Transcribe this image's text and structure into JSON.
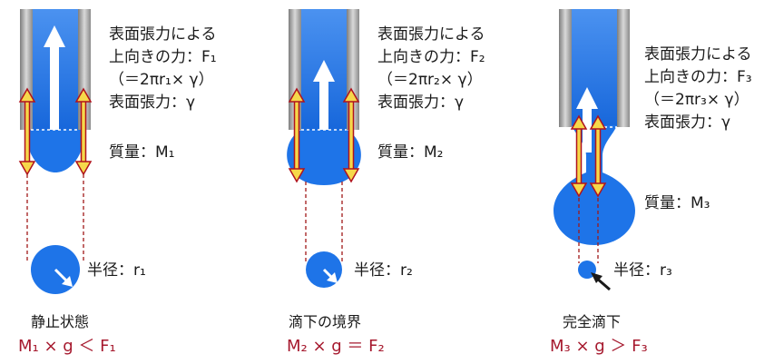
{
  "panels": [
    {
      "id": "static",
      "force_line1": "表面張力による",
      "force_line2": "上向きの力：F₁",
      "force_line3": "（＝2πr₁× γ）",
      "tension": "表面張力：γ",
      "mass": "質量：M₁",
      "radius": "半径：r₁",
      "state": "静止状態",
      "equation": "M₁ × g ＜ F₁"
    },
    {
      "id": "boundary",
      "force_line1": "表面張力による",
      "force_line2": "上向きの力：F₂",
      "force_line3": "（＝2πr₂× γ）",
      "tension": "表面張力：γ",
      "mass": "質量：M₂",
      "radius": "半径：r₂",
      "state": "滴下の境界",
      "equation": "M₂ × g ＝ F₂"
    },
    {
      "id": "drop",
      "force_line1": "表面張力による",
      "force_line2": "上向きの力：F₃",
      "force_line3": "（＝2πr₃× γ）",
      "tension": "表面張力：γ",
      "mass": "質量：M₃",
      "radius": "半径：r₃",
      "state": "完全滴下",
      "equation": "M₃ × g ＞ F₃"
    }
  ],
  "colors": {
    "liquid": "#1e74e8",
    "tube_wall": "#9a9a9a",
    "force_arrow_fill": "#f6d84a",
    "force_arrow_stroke": "#b0121c",
    "dashed_guide": "#a01818",
    "equation_text": "#a6192e"
  },
  "icons": [
    "up-arrow-icon",
    "force-arrow-icon",
    "radius-arrow-icon",
    "pointer-arrow-icon"
  ]
}
